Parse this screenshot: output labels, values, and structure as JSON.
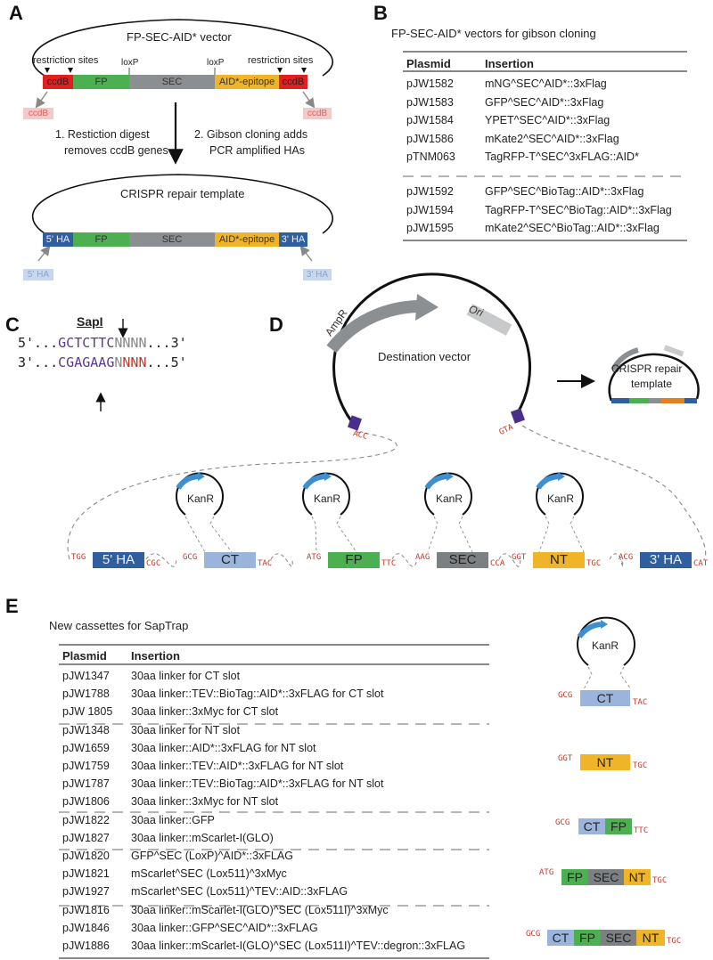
{
  "panels": {
    "a": "A",
    "b": "B",
    "c": "C",
    "d": "D",
    "e": "E"
  },
  "a": {
    "vector_title": "FP-SEC-AID* vector",
    "restriction_left": "restriction sites",
    "restriction_right": "restriction sites",
    "loxp_left": "loxP",
    "loxp_right": "loxP",
    "seg_ccdb": "ccdB",
    "seg_fp": "FP",
    "seg_sec": "SEC",
    "seg_aid": "AID*-epitope",
    "ccdb_out_left": "ccdB",
    "ccdb_out_right": "ccdB",
    "step1_line1": "1. Restiction digest",
    "step1_line2": "removes ccdB genes",
    "step2_line1": "2.  Gibson cloning adds",
    "step2_line2": "PCR amplified HAs",
    "repair_title": "CRISPR repair template",
    "seg_5ha": "5' HA",
    "seg_3ha": "3' HA",
    "ha_out_left": "5' HA",
    "ha_out_right": "3' HA",
    "colors": {
      "ccdb": "#e02020",
      "fp": "#4caf50",
      "sec": "#8c8f92",
      "aid": "#f0b429",
      "ha": "#2f5f9e"
    }
  },
  "b": {
    "title": "FP-SEC-AID* vectors for gibson cloning",
    "headers": {
      "plasmid": "Plasmid",
      "insertion": "Insertion"
    },
    "group1": [
      {
        "plasmid": "pJW1582",
        "insertion": "mNG^SEC^AID*::3xFlag"
      },
      {
        "plasmid": "pJW1583",
        "insertion": "GFP^SEC^AID*::3xFlag"
      },
      {
        "plasmid": "pJW1584",
        "insertion": "YPET^SEC^AID*::3xFlag"
      },
      {
        "plasmid": "pJW1586",
        "insertion": "mKate2^SEC^AID*::3xFlag"
      },
      {
        "plasmid": "pTNM063",
        "insertion": "TagRFP-T^SEC^3xFLAG::AID*"
      }
    ],
    "group2": [
      {
        "plasmid": "pJW1592",
        "insertion": "GFP^SEC^BioTag::AID*::3xFlag"
      },
      {
        "plasmid": "pJW1594",
        "insertion": "TagRFP-T^SEC^BioTag::AID*::3xFlag"
      },
      {
        "plasmid": "pJW1595",
        "insertion": "mKate2^SEC^BioTag::AID*::3xFlag"
      }
    ]
  },
  "c": {
    "enzyme": "SapI",
    "top_prefix": "5'...",
    "top_site": "GCTCTTC",
    "top_n": "NNNN",
    "top_suffix": "...3'",
    "bottom_prefix": "3'...",
    "bottom_site": "CGAGAAG",
    "bottom_n1": "N",
    "bottom_n2": "NNN",
    "bottom_suffix": "...5'"
  },
  "d": {
    "ampr": "AmpR",
    "ori": "Ori",
    "destination": "Destination vector",
    "repair_line1": "CRISPR repair",
    "repair_line2": "template",
    "acc": "ACC",
    "gta": "GTA",
    "kanr": "KanR",
    "cassettes": [
      {
        "left": "TGG",
        "label": "5' HA",
        "right": "CGC",
        "color": "#2f5f9e"
      },
      {
        "left": "GCG",
        "label": "CT",
        "right": "TAC",
        "color": "#9ab4dc"
      },
      {
        "left": "ATG",
        "label": "FP",
        "right": "TTC",
        "color": "#4caf50"
      },
      {
        "left": "AAG",
        "label": "SEC",
        "right": "CCA",
        "color": "#7d8083"
      },
      {
        "left": "GGT",
        "label": "NT",
        "right": "TGC",
        "color": "#f0b429"
      },
      {
        "left": "ACG",
        "label": "3' HA",
        "right": "CAT",
        "color": "#2f5f9e"
      }
    ]
  },
  "e": {
    "title": "New cassettes for SapTrap",
    "headers": {
      "plasmid": "Plasmid",
      "insertion": "Insertion"
    },
    "rows": [
      {
        "plasmid": "pJW1347",
        "insertion": "30aa linker for CT slot"
      },
      {
        "plasmid": "pJW1788",
        "insertion": "30aa linker::TEV::BioTag::AID*::3xFLAG for CT slot"
      },
      {
        "plasmid": "pJW 1805",
        "insertion": "30aa linker::3xMyc for CT slot"
      },
      {
        "plasmid": "pJW1348",
        "insertion": "30aa linker for NT slot"
      },
      {
        "plasmid": "pJW1659",
        "insertion": "30aa linker::AID*::3xFLAG for NT slot"
      },
      {
        "plasmid": "pJW1759",
        "insertion": "30aa linker::TEV::AID*::3xFLAG for NT slot"
      },
      {
        "plasmid": "pJW1787",
        "insertion": "30aa linker::TEV::BioTag::AID*::3xFLAG for  NT slot"
      },
      {
        "plasmid": "pJW1806",
        "insertion": "30aa linker::3xMyc for NT slot"
      },
      {
        "plasmid": "pJW1822",
        "insertion": "30aa linker::GFP"
      },
      {
        "plasmid": "pJW1827",
        "insertion": "30aa linker::mScarlet-I(GLO)"
      },
      {
        "plasmid": "pJW1820",
        "insertion": "GFP^SEC (LoxP)^AID*::3xFLAG"
      },
      {
        "plasmid": "pJW1821",
        "insertion": "mScarlet^SEC (Lox511)^3xMyc"
      },
      {
        "plasmid": "pJW1927",
        "insertion": "mScarlet^SEC (Lox511)^TEV::AID::3xFLAG"
      },
      {
        "plasmid": "pJW1816",
        "insertion": "30aa linker::mScarlet-I(GLO)^SEC (Lox511I)^3xMyc"
      },
      {
        "plasmid": "pJW1846",
        "insertion": "30aa linker::GFP^SEC^AID*::3xFLAG"
      },
      {
        "plasmid": "pJW1886",
        "insertion": "30aa linker::mScarlet-I(GLO)^SEC (Lox511I)^TEV::degron::3xFLAG"
      }
    ],
    "kanr": "KanR",
    "cassette_ct": {
      "left": "GCG",
      "label": "CT",
      "right": "TAC"
    },
    "cassette_nt": {
      "left": "GGT",
      "label": "NT",
      "right": "TGC"
    },
    "cassette_ctfp": {
      "left": "GCG",
      "ct": "CT",
      "fp": "FP",
      "right": "TTC"
    },
    "cassette_fpsecnt": {
      "left": "ATG",
      "fp": "FP",
      "sec": "SEC",
      "nt": "NT",
      "right": "TGC"
    },
    "cassette_all": {
      "left": "GCG",
      "ct": "CT",
      "fp": "FP",
      "sec": "SEC",
      "nt": "NT",
      "right": "TGC"
    }
  }
}
